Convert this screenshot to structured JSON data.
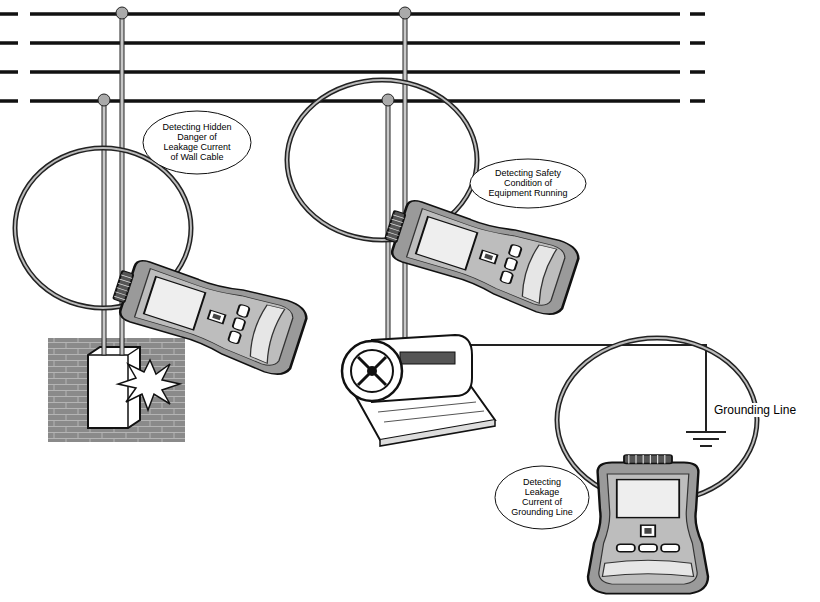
{
  "diagram": {
    "nodes": [
      {
        "text": [
          "Detecting Hidden Danger of Leakage Current of Wall Cable"
        ]
      },
      {
        "text": [
          "Detecting Safety Condition of Equipment Running"
        ]
      },
      {
        "text": [
          "Detecting Leakage Current of Grounding Line"
        ]
      }
    ],
    "labels": [
      "Grounding Line"
    ]
  }
}
